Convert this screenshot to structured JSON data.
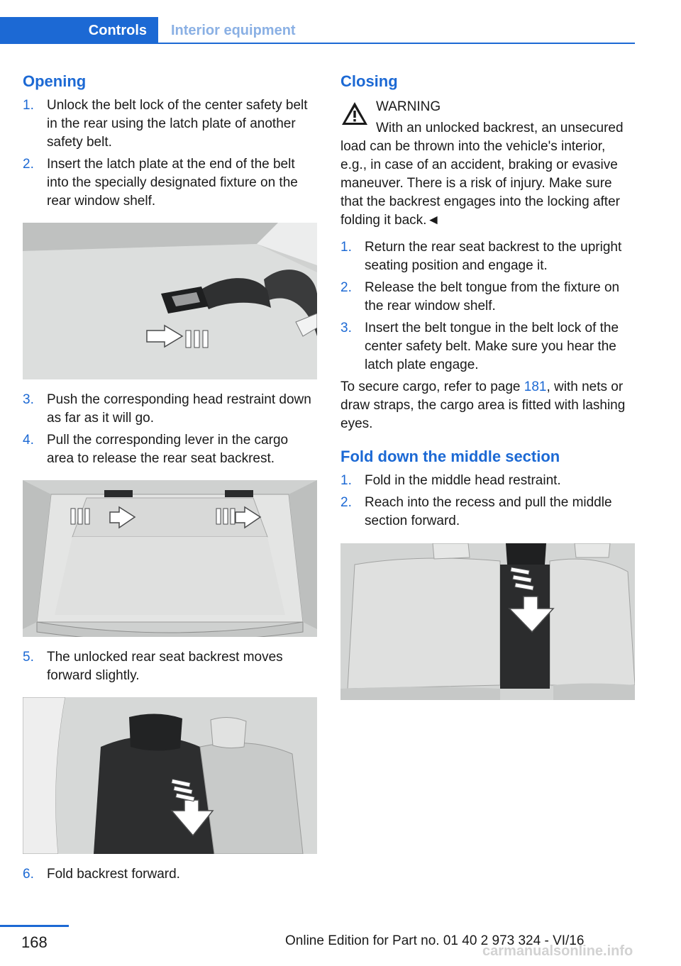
{
  "header": {
    "active_tab": "Controls",
    "inactive_tab": "Interior equipment"
  },
  "opening": {
    "title": "Opening",
    "steps_a": [
      {
        "n": "1.",
        "text": "Unlock the belt lock of the center safety belt in the rear using the latch plate of an­other safety belt."
      },
      {
        "n": "2.",
        "text": "Insert the latch plate at the end of the belt into the specially designated fixture on the rear window shelf."
      }
    ],
    "steps_b": [
      {
        "n": "3.",
        "text": "Push the corresponding head restraint down as far as it will go."
      },
      {
        "n": "4.",
        "text": "Pull the corresponding lever in the cargo area to release the rear seat backrest."
      }
    ],
    "steps_c": [
      {
        "n": "5.",
        "text": "The unlocked rear seat backrest moves forward slightly."
      }
    ],
    "steps_d": [
      {
        "n": "6.",
        "text": "Fold backrest forward."
      }
    ]
  },
  "closing": {
    "title": "Closing",
    "warning_title": "WARNING",
    "warning_text": "With an unlocked backrest, an unsecured load can be thrown into the vehicle's interior, e.g., in case of an accident, braking or evasive maneuver. There is a risk of injury. Make sure that the backrest engages into the locking af­ter folding it back.◄",
    "steps": [
      {
        "n": "1.",
        "text": "Return the rear seat backrest to the upright seating position and engage it."
      },
      {
        "n": "2.",
        "text": "Release the belt tongue from the fixture on the rear window shelf."
      },
      {
        "n": "3.",
        "text": "Insert the belt tongue in the belt lock of the center safety belt. Make sure you hear the latch plate engage."
      }
    ],
    "cargo_pre": "To secure cargo, refer to page ",
    "cargo_link": "181",
    "cargo_post": ", with nets or draw straps, the cargo area is fitted with lashing eyes."
  },
  "fold_middle": {
    "title": "Fold down the middle section",
    "steps": [
      {
        "n": "1.",
        "text": "Fold in the middle head restraint."
      },
      {
        "n": "2.",
        "text": "Reach into the recess and pull the middle section forward."
      }
    ]
  },
  "footer": {
    "page_number": "168",
    "edition": "Online Edition for Part no. 01 40 2 973 324 - VI/16",
    "watermark": "carmanualsonline.info"
  },
  "colors": {
    "accent": "#1c69d4",
    "figure_bg": "#d9dbda"
  }
}
